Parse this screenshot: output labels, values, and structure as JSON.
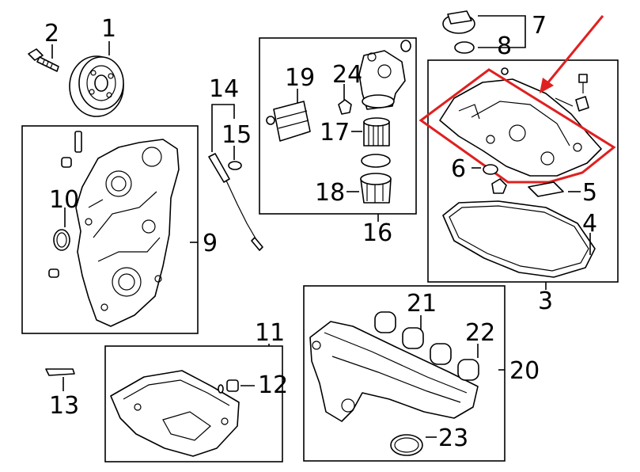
{
  "callouts": {
    "c1": "1",
    "c2": "2",
    "c3": "3",
    "c4": "4",
    "c5": "5",
    "c6": "6",
    "c7": "7",
    "c8": "8",
    "c9": "9",
    "c10": "10",
    "c11": "11",
    "c12": "12",
    "c13": "13",
    "c14": "14",
    "c15": "15",
    "c16": "16",
    "c17": "17",
    "c18": "18",
    "c19": "19",
    "c20": "20",
    "c21": "21",
    "c22": "22",
    "c23": "23",
    "c24": "24"
  },
  "highlight": {
    "color": "#e02020",
    "target_callout": "3"
  },
  "line_color": "#000000",
  "background": "#ffffff"
}
